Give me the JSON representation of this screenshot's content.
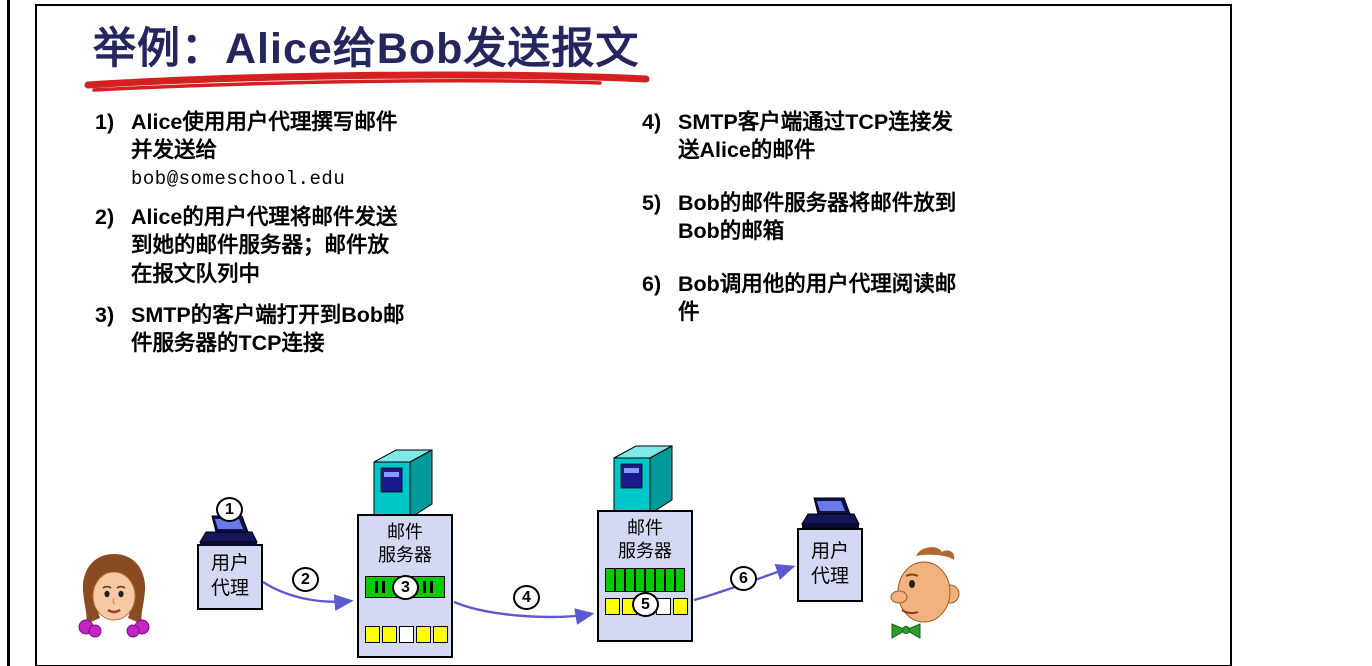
{
  "title": "举例：Alice给Bob发送报文",
  "steps_left": [
    {
      "num": "1)",
      "text": "Alice使用用户代理撰写邮件\n并发送给",
      "code": "bob@someschool.edu"
    },
    {
      "num": "2)",
      "text": "Alice的用户代理将邮件发送\n到她的邮件服务器；邮件放\n在报文队列中"
    },
    {
      "num": "3)",
      "text": "SMTP的客户端打开到Bob邮\n件服务器的TCP连接"
    }
  ],
  "steps_right": [
    {
      "num": "4)",
      "text": "SMTP客户端通过TCP连接发\n送Alice的邮件"
    },
    {
      "num": "5)",
      "text": "Bob的邮件服务器将邮件放到\nBob的邮箱"
    },
    {
      "num": "6)",
      "text": "Bob调用他的用户代理阅读邮\n件"
    }
  ],
  "diagram": {
    "user_agent": {
      "line1": "用户",
      "line2": "代理"
    },
    "mail_server": {
      "line1": "邮件",
      "line2": "服务器"
    },
    "markers": [
      "1",
      "2",
      "3",
      "4",
      "5",
      "6"
    ],
    "server1": {
      "slots": [
        "#ffff00",
        "#ffff00",
        "#ffffff",
        "#ffff00",
        "#ffff00"
      ]
    },
    "server2": {
      "slots": [
        "#ffff00",
        "#ffff00",
        "#ffffff",
        "#ffffff",
        "#ffff00"
      ]
    }
  },
  "colors": {
    "title": "#26265e",
    "underline": "#d42020",
    "arrow": "#5b5bcf",
    "box_fill": "#d3d9f3",
    "queue_green": "#00cc00",
    "mailbox_yellow": "#ffff00",
    "tower_front": "#00c8c8",
    "tower_top": "#7fe8e8",
    "tower_side": "#009a9a",
    "tower_panel": "#1a1a8c"
  }
}
